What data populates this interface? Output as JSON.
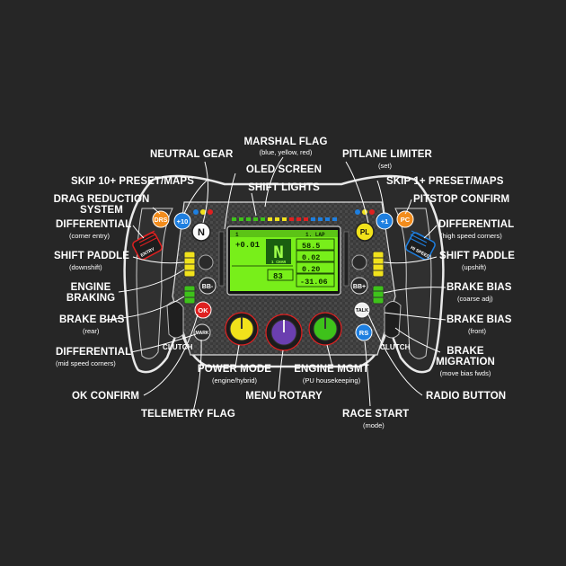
{
  "labels": {
    "neutral_gear": "NEUTRAL GEAR",
    "marshal_flag": "MARSHAL FLAG",
    "marshal_flag_sub": "(blue, yellow, red)",
    "pitlane_limiter": "PITLANE LIMITER",
    "pitlane_limiter_sub": "(set)",
    "oled_screen": "OLED SCREEN",
    "shift_lights": "SHIFT LIGHTS",
    "skip10": "SKIP 10+ PRESET/MAPS",
    "skip1": "SKIP 1+ PRESET/MAPS",
    "drs_line1": "DRAG REDUCTION",
    "drs_line2": "SYSTEM",
    "pitstop_confirm": "PITSTOP CONFIRM",
    "diff_left": "DIFFERENTIAL",
    "diff_left_sub": "(corner entry)",
    "diff_right": "DIFFERENTIAL",
    "diff_right_sub": "(high speed corners)",
    "shift_left": "SHIFT PADDLE",
    "shift_left_sub": "(downshift)",
    "shift_right": "SHIFT PADDLE",
    "shift_right_sub": "(upshift)",
    "engine_braking_1": "ENGINE",
    "engine_braking_2": "BRAKING",
    "brake_bias_coarse": "BRAKE BIAS",
    "brake_bias_coarse_sub": "(coarse adj)",
    "brake_bias_rear": "BRAKE BIAS",
    "brake_bias_rear_sub": "(rear)",
    "brake_bias_front": "BRAKE BIAS",
    "brake_bias_front_sub": "(front)",
    "diff_mid": "DIFFERENTIAL",
    "diff_mid_sub": "(mid speed corners)",
    "brake_migration_1": "BRAKE",
    "brake_migration_2": "MIGRATION",
    "brake_migration_sub": "(move bias fwds)",
    "ok_confirm": "OK CONFIRM",
    "radio_button": "RADIO BUTTON",
    "power_mode": "POWER MODE",
    "power_mode_sub": "(engine/hybrid)",
    "engine_mgmt": "ENGINE MGMT",
    "engine_mgmt_sub": "(PU housekeeping)",
    "menu_rotary": "MENU ROTARY",
    "telemetry_flag": "TELEMETRY FLAG",
    "race_start": "RACE START",
    "race_start_sub": "(mode)",
    "clutch_left": "CLUTCH",
    "clutch_right": "CLUTCH"
  },
  "wheel_buttons": {
    "drs": "DRS",
    "plus10": "+10",
    "neutral": "N",
    "pl": "PL",
    "plus1": "+1",
    "pc": "PC",
    "entry": "ENTRY",
    "hi_speed": "HI SPEED",
    "bb_minus": "BB-",
    "bb_plus": "BB+",
    "ok": "OK",
    "mark": "MARK",
    "talk": "TALK",
    "rs": "RS"
  },
  "display": {
    "lap_left": "1",
    "lap_right": "1. LAP",
    "delta": "+0.01",
    "gear": "N",
    "gear_sub": "1 CHAR",
    "speed": "83",
    "val1": "58.5",
    "val2": "0.02",
    "val3": "0.20",
    "val4": "-31.06"
  },
  "colors": {
    "background": "#262626",
    "drs": "#f28c1c",
    "blue": "#1e7fe0",
    "yellow": "#f1e21b",
    "red": "#e02020",
    "green": "#3ec21a",
    "screen": "#7cf21a"
  }
}
